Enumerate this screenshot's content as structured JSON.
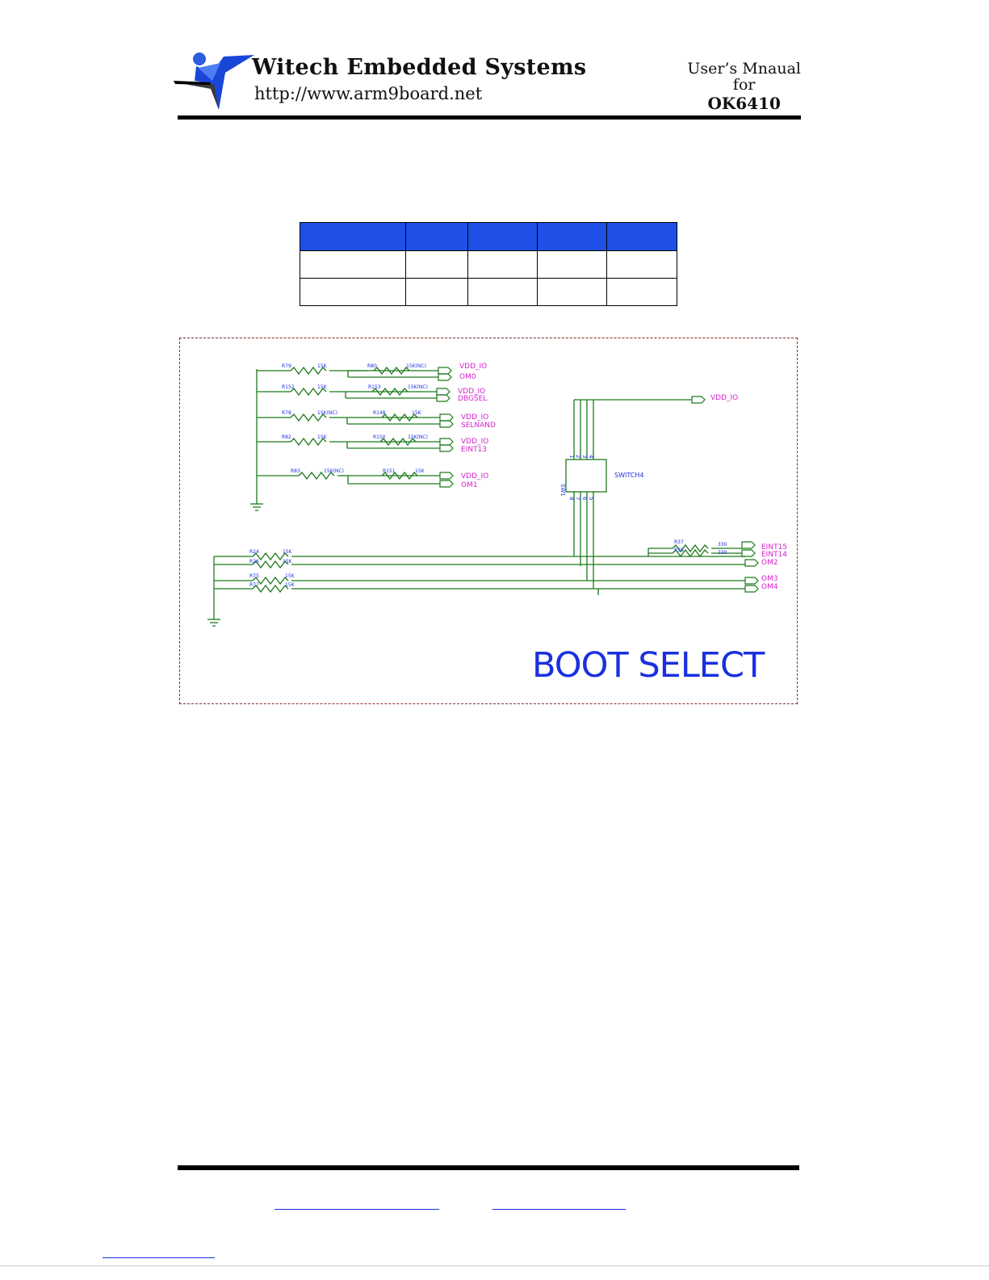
{
  "header": {
    "company": "Witech Embedded Systems",
    "url": "http://www.arm9board.net",
    "manual_line1": "User’s Mnaual",
    "manual_line2": "for",
    "manual_line3": "OK6410"
  },
  "table": {
    "rows": 2,
    "columns": 5,
    "header_color": "#1e50e6"
  },
  "schematic": {
    "title": "BOOT SELECT",
    "labels": {
      "vdd_io": "VDD_IO",
      "om0": "OM0",
      "dbgsel": "DBGSEL",
      "selnand": "SELNAND",
      "eint13": "EINT13",
      "om1": "OM1",
      "eint15": "EINT15",
      "eint14": "EINT14",
      "om2": "OM2",
      "om3": "OM3",
      "om4": "OM4",
      "switch": "SWITCH4",
      "sw": "SW1"
    },
    "resistors": [
      {
        "ref": "R79",
        "value": "15K"
      },
      {
        "ref": "R80",
        "value": "15K(NC)"
      },
      {
        "ref": "R152",
        "value": "15K"
      },
      {
        "ref": "R153",
        "value": "15K(NC)"
      },
      {
        "ref": "R78",
        "value": "15K(NC)"
      },
      {
        "ref": "R148",
        "value": "15K"
      },
      {
        "ref": "R82",
        "value": "15K"
      },
      {
        "ref": "R150",
        "value": "15K(NC)"
      },
      {
        "ref": "R83",
        "value": "15K(NC)"
      },
      {
        "ref": "R151",
        "value": "15K"
      },
      {
        "ref": "R24",
        "value": "15K"
      },
      {
        "ref": "R26",
        "value": "15K"
      },
      {
        "ref": "R75",
        "value": "15K"
      },
      {
        "ref": "R77",
        "value": "15K"
      },
      {
        "ref": "R37",
        "value": "330"
      },
      {
        "ref": "R38",
        "value": "330"
      }
    ],
    "switch_pins": [
      "1",
      "2",
      "3",
      "4",
      "8",
      "7",
      "6",
      "5"
    ],
    "colors": {
      "wire": "#1c7a1c",
      "net_label": "#d61fcc",
      "ref": "#1a30e0",
      "border": "#8b2a2a"
    }
  }
}
